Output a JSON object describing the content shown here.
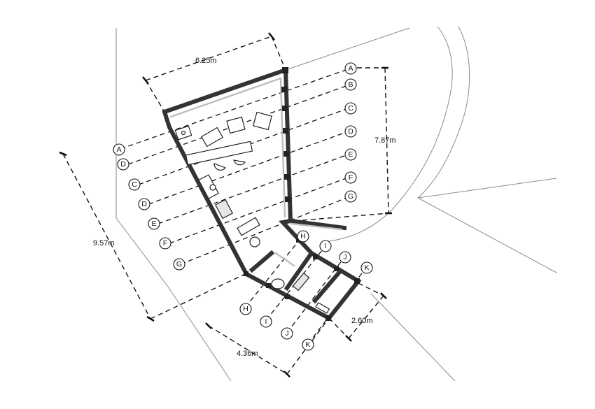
{
  "dimensions": {
    "width_top": "6.25m",
    "height_right": "7.87m",
    "length_left": "9.57m",
    "width_bottom": "4.36m",
    "width_lower_right": "2.60m"
  },
  "grid_upper_right": [
    "A",
    "B",
    "C",
    "D",
    "E",
    "F",
    "G"
  ],
  "grid_upper_left": [
    "A",
    "D",
    "C",
    "D",
    "E",
    "F",
    "G"
  ],
  "grid_lower_top": [
    "H",
    "I",
    "J",
    "K"
  ],
  "grid_lower_bottom": [
    "H",
    "I",
    "J",
    "K"
  ]
}
